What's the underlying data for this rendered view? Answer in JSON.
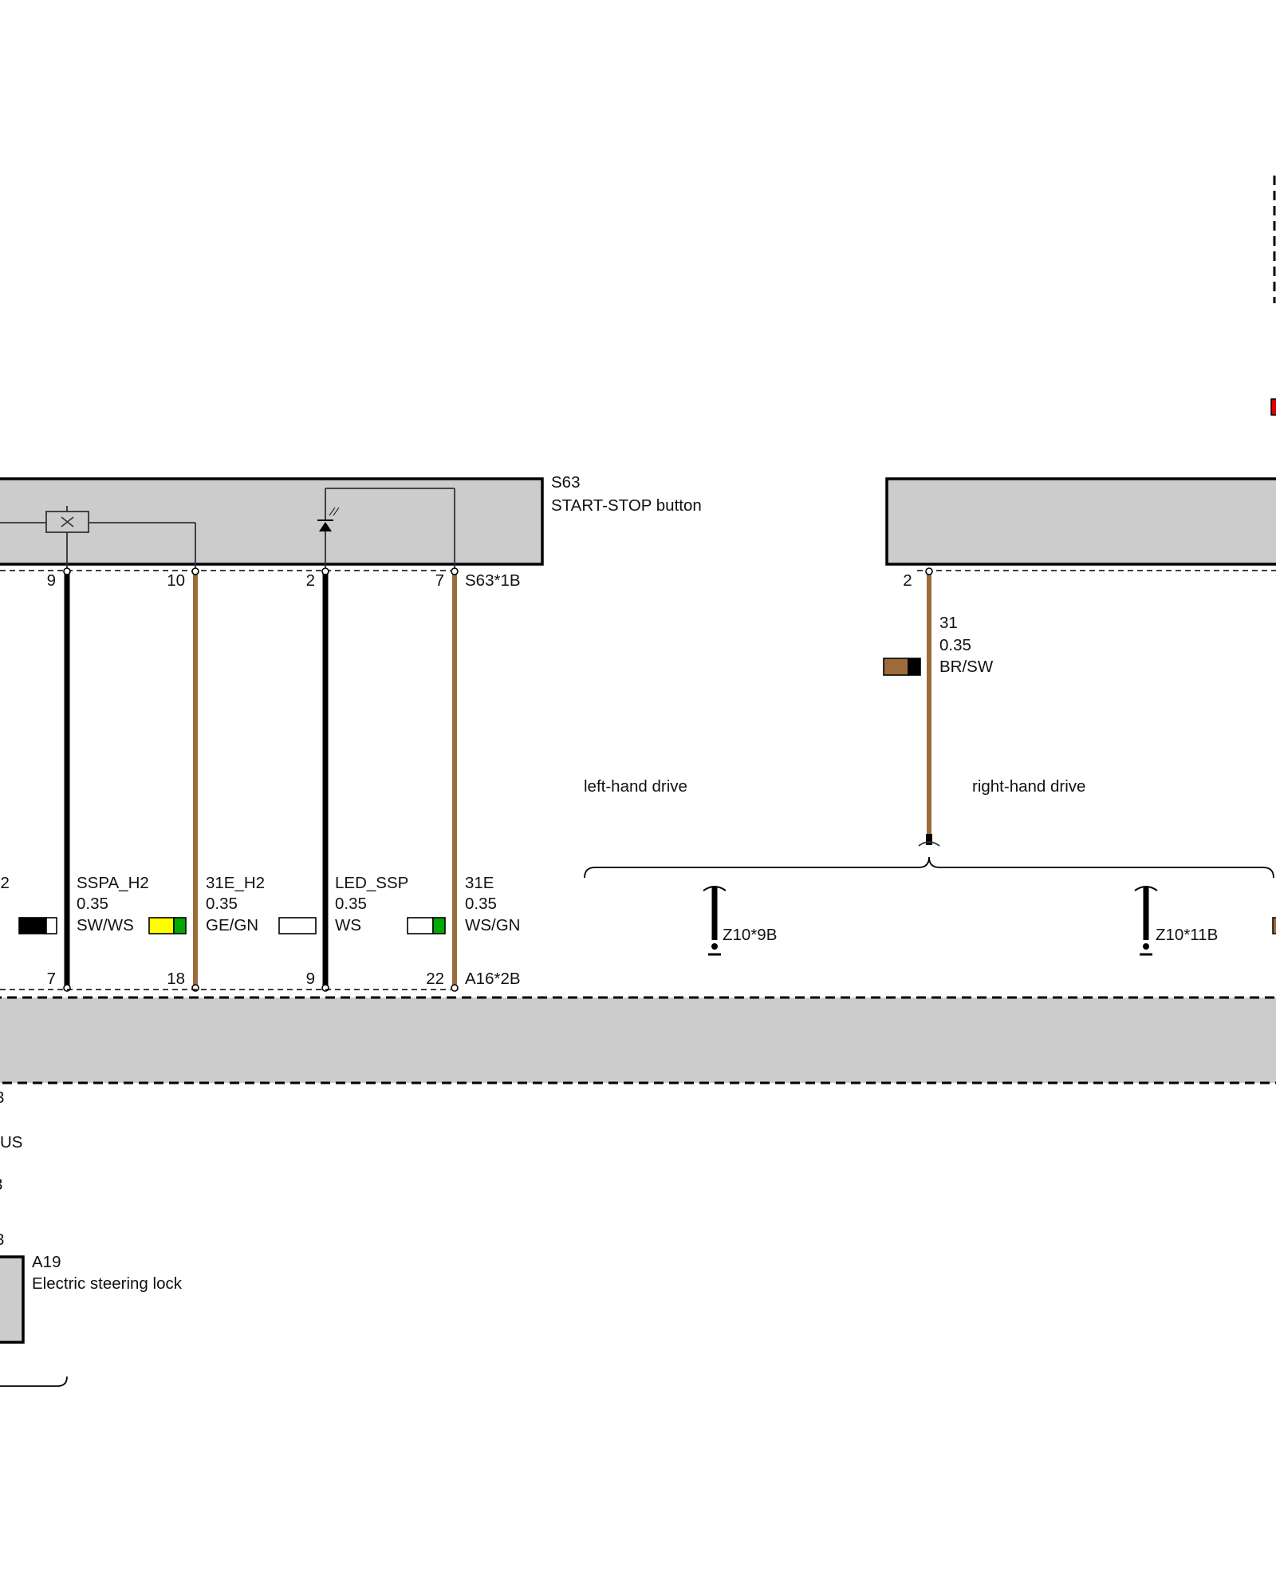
{
  "components": {
    "s63": {
      "id": "S63",
      "name": "START-STOP button",
      "connector": "S63*1B"
    },
    "right_box": {
      "pin": "2"
    },
    "a16": {
      "connector": "A16*2B",
      "fragment_1": "US",
      "fragment_2": "3"
    },
    "a19": {
      "id": "A19",
      "name": "Electric steering lock"
    },
    "left_edge_label_fragment": "l2"
  },
  "wires": [
    {
      "top_pin": "9",
      "bottom_pin": "7",
      "signal": "SSPA_H2",
      "size": "0.35",
      "color_code": "SW/WS",
      "colors": [
        "#000000",
        "#ffffff"
      ],
      "wire_color": "#000000"
    },
    {
      "top_pin": "10",
      "bottom_pin": "18",
      "signal": "31E_H2",
      "size": "0.35",
      "color_code": "GE/GN",
      "colors": [
        "#ffff00",
        "#00aa00"
      ],
      "wire_color": "#9c6b3a"
    },
    {
      "top_pin": "2",
      "bottom_pin": "9",
      "signal": "LED_SSP",
      "size": "0.35",
      "color_code": "WS",
      "colors": [
        "#ffffff"
      ],
      "wire_color": "#000000"
    },
    {
      "top_pin": "7",
      "bottom_pin": "22",
      "signal": "31E",
      "size": "0.35",
      "color_code": "WS/GN",
      "colors": [
        "#ffffff",
        "#00aa00"
      ],
      "wire_color": "#9c6b3a"
    }
  ],
  "right_wire": {
    "signal": "31",
    "size": "0.35",
    "color_code": "BR/SW",
    "colors": [
      "#9c6b3a",
      "#000000"
    ]
  },
  "variants": {
    "left": "left-hand drive",
    "right": "right-hand drive"
  },
  "ground_connectors": {
    "left": "Z10*9B",
    "right": "Z10*11B"
  },
  "edge_chip_colors": {
    "red": "#dd0000",
    "brown": "#9c6b3a"
  }
}
